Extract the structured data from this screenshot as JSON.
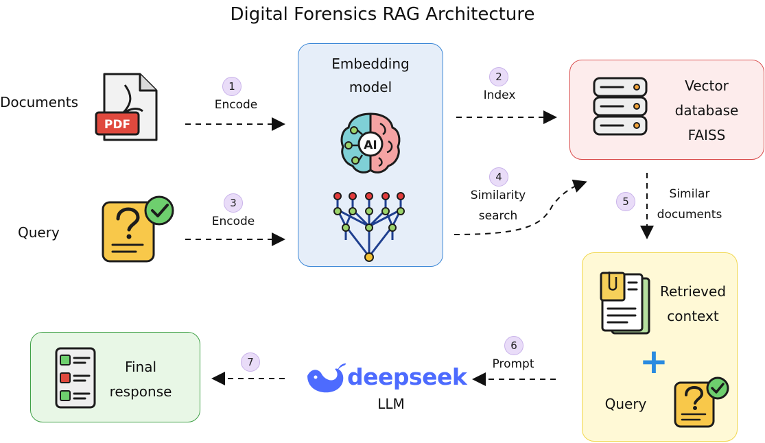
{
  "title": "Digital Forensics RAG Architecture",
  "inputs": {
    "documents_label": "Documents",
    "query_label": "Query",
    "pdf_badge": "PDF"
  },
  "embedding": {
    "label_line1": "Embedding",
    "label_line2": "model",
    "ai_badge": "AI"
  },
  "vector_db": {
    "line1": "Vector",
    "line2": "database",
    "line3": "FAISS"
  },
  "retrieved": {
    "line1": "Retrieved",
    "line2": "context",
    "plus": "+",
    "query_label": "Query"
  },
  "llm": {
    "brand": "deepseek",
    "label": "LLM"
  },
  "final": {
    "line1": "Final",
    "line2": "response"
  },
  "steps": [
    {
      "num": "1",
      "label": "Encode"
    },
    {
      "num": "2",
      "label": "Index"
    },
    {
      "num": "3",
      "label": "Encode"
    },
    {
      "num": "4",
      "label_line1": "Similarity",
      "label_line2": "search"
    },
    {
      "num": "5",
      "label_line1": "Similar",
      "label_line2": "documents"
    },
    {
      "num": "6",
      "label": "Prompt"
    },
    {
      "num": "7",
      "label": ""
    }
  ],
  "colors": {
    "embedding_fill": "#e6eef9",
    "embedding_border": "#3a86d6",
    "vector_fill": "#fdecec",
    "vector_border": "#d94c4c",
    "retrieved_fill": "#fff9d6",
    "retrieved_border": "#f0d64a",
    "final_fill": "#e8f7e6",
    "final_border": "#3fa046",
    "deepseek_blue": "#4d6bfe",
    "step_fill": "#e9dcf8"
  }
}
